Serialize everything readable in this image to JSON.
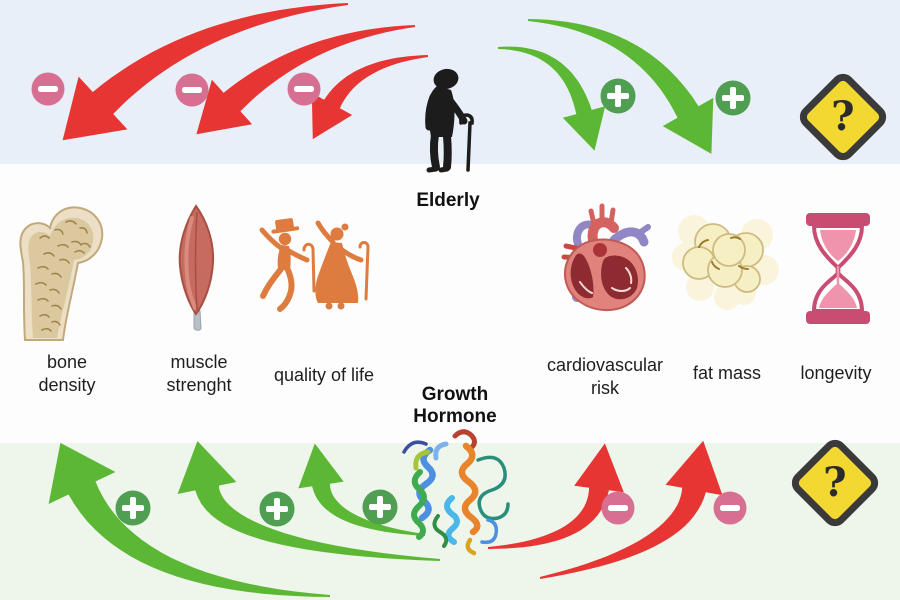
{
  "diagram": {
    "top_section": {
      "title": "Elderly",
      "question_mark": "?",
      "decrease_arrows": 3,
      "increase_arrows": 2
    },
    "bottom_section": {
      "title": "Growth\nHormone",
      "question_mark": "?",
      "increase_arrows": 3,
      "decrease_arrows": 2
    },
    "outcomes": [
      {
        "label": "bone\ndensity",
        "icon": "bone-icon",
        "elderly_effect": "decrease",
        "growth_hormone_effect": "increase"
      },
      {
        "label": "muscle\nstrenght",
        "icon": "muscle-icon",
        "elderly_effect": "decrease",
        "growth_hormone_effect": "increase"
      },
      {
        "label": "quality of life",
        "icon": "dancing-elderly-couple-icon",
        "elderly_effect": "decrease",
        "growth_hormone_effect": "increase"
      },
      {
        "label": "cardiovascular\nrisk",
        "icon": "heart-icon",
        "elderly_effect": "increase",
        "growth_hormone_effect": "decrease"
      },
      {
        "label": "fat mass",
        "icon": "fat-cells-icon",
        "elderly_effect": "increase",
        "growth_hormone_effect": "decrease"
      },
      {
        "label": "longevity",
        "icon": "hourglass-icon",
        "elderly_effect": "unknown",
        "growth_hormone_effect": "unknown"
      }
    ],
    "colors": {
      "decrease_red": "#e63532",
      "increase_green": "#5cb834",
      "minus_badge": "#d76f92",
      "plus_badge": "#4f9e51",
      "caution_yellow": "#f4d832",
      "top_band": "#e9eff8",
      "bottom_band": "#eef6ec"
    }
  }
}
